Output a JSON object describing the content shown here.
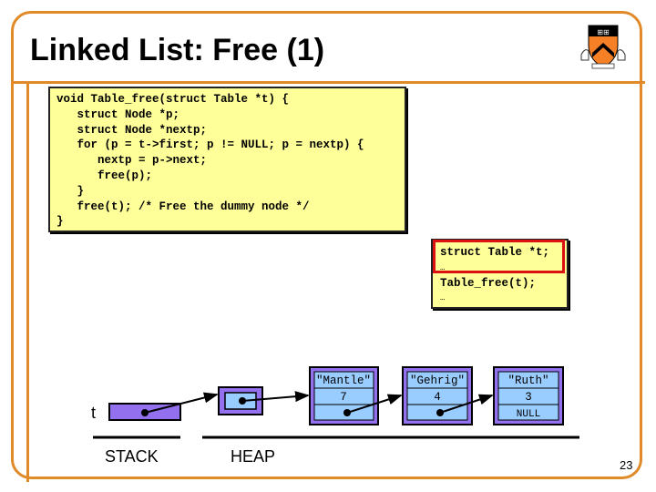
{
  "slide": {
    "title": "Linked List: Free (1)",
    "page_number": "23",
    "accent_color": "#e08a2a",
    "logo": "princeton-shield-logo"
  },
  "code_main": {
    "lines": [
      "void Table_free(struct Table *t) {",
      "   struct Node *p;",
      "   struct Node *nextp;",
      "   for (p = t->first; p != NULL; p = nextp) {",
      "      nextp = p->next;",
      "      free(p);",
      "   }",
      "   free(t); /* Free the dummy node */",
      "}"
    ]
  },
  "code_caller": {
    "lines": [
      "struct Table *t;",
      "…",
      "Table_free(t);",
      "…"
    ],
    "highlight_color": "#dd1111"
  },
  "diagram": {
    "stack_var": "t",
    "stack_label": "STACK",
    "heap_label": "HEAP",
    "nodes": [
      {
        "key": "\"Mantle\"",
        "value": "7",
        "next": ""
      },
      {
        "key": "\"Gehrig\"",
        "value": "4",
        "next": ""
      },
      {
        "key": "\"Ruth\"",
        "value": "3",
        "next": "NULL"
      }
    ],
    "node_outer_color": "#9370ee",
    "node_cell_color": "#99ccff"
  }
}
